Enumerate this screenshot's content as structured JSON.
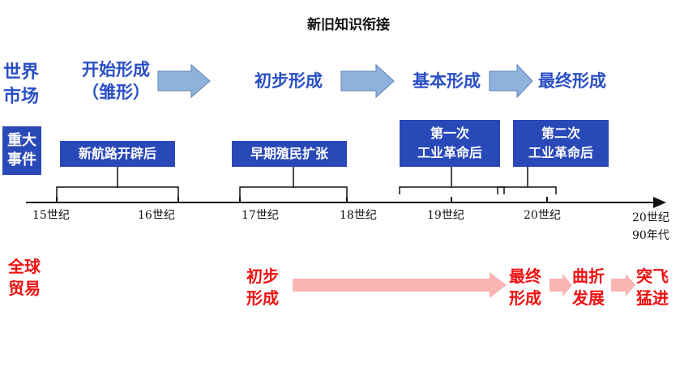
{
  "title": "新旧知识衔接",
  "world_market": {
    "label": "世界\n市场",
    "stages": [
      "开始形成\n（雏形）",
      "初步形成",
      "基本形成",
      "最终形成"
    ]
  },
  "major_events": {
    "label": "重大\n事件",
    "events": [
      "新航路开辟后",
      "早期殖民扩张",
      "第一次\n工业革命后",
      "第二次\n工业革命后"
    ]
  },
  "timeline": {
    "ticks": [
      "15世纪",
      "16世纪",
      "17世纪",
      "18世纪",
      "19世纪",
      "20世纪"
    ],
    "end_label": "20世纪\n90年代"
  },
  "global_trade": {
    "label": "全球\n贸易",
    "stages": [
      "初步\n形成",
      "最终\n形成",
      "曲折\n发展",
      "突飞\n猛进"
    ]
  },
  "colors": {
    "blue_text": "#2a4fc4",
    "box_fill": "#2a49b8",
    "blue_arrow": "#8fb2dc",
    "red_text": "#ee1111",
    "pink_arrow": "#f9b4b4"
  }
}
